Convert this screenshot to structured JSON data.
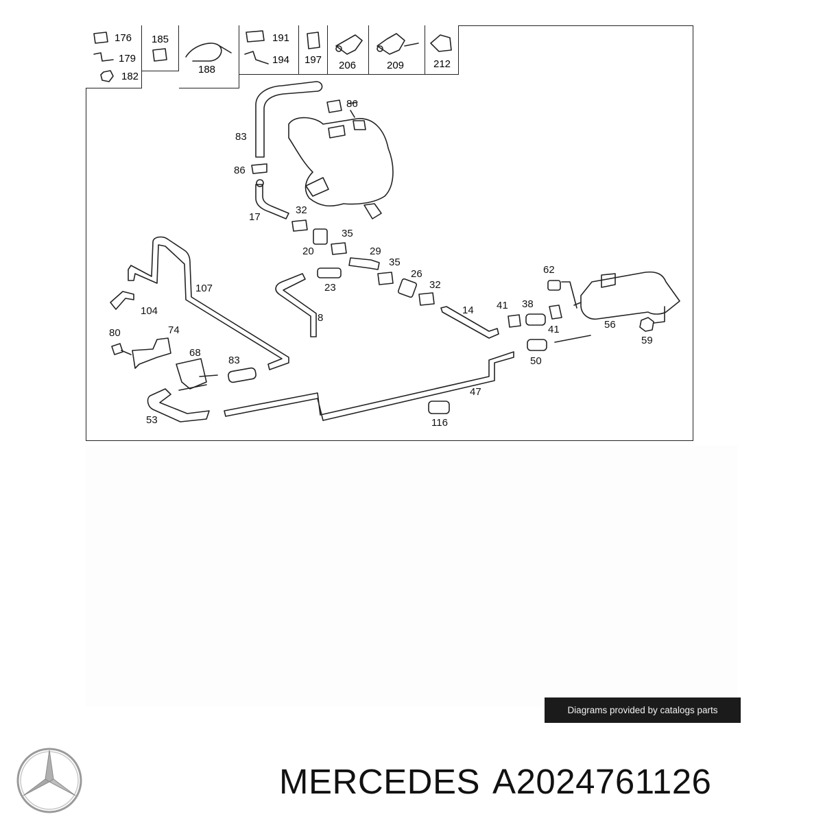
{
  "legend": {
    "cells": [
      {
        "numbers": [
          "176",
          "179",
          "182"
        ]
      },
      {
        "numbers": [
          "185"
        ]
      },
      {
        "numbers": [
          "188"
        ]
      },
      {
        "numbers": [
          "191",
          "194"
        ]
      },
      {
        "numbers": [
          "197"
        ]
      },
      {
        "numbers": [
          "206"
        ]
      },
      {
        "numbers": [
          "209"
        ]
      },
      {
        "numbers": [
          "212"
        ]
      }
    ]
  },
  "callouts": {
    "c83a": "83",
    "c86a": "86",
    "c86b": "86",
    "c17": "17",
    "c32a": "32",
    "c20": "20",
    "c35a": "35",
    "c29": "29",
    "c35b": "35",
    "c26": "26",
    "c32b": "32",
    "c23": "23",
    "c8": "8",
    "c107": "107",
    "c104": "104",
    "c80": "80",
    "c74": "74",
    "c68": "68",
    "c83b": "83",
    "c53": "53",
    "c14": "14",
    "c41a": "41",
    "c38": "38",
    "c41b": "41",
    "c62": "62",
    "c56": "56",
    "c59": "59",
    "c50": "50",
    "c47": "47",
    "c116": "116"
  },
  "credit": "Diagrams provided by catalogs parts",
  "brand": {
    "name": "MERCEDES",
    "part_number": "A2024761126",
    "logo_icon": "mercedes-star-icon"
  }
}
